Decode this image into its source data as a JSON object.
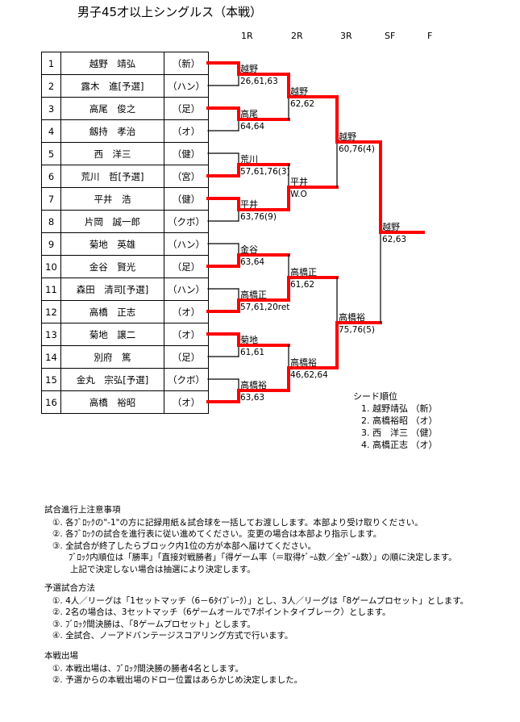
{
  "title": "男子45才以上シングルス（本戦）",
  "rounds": [
    "1R",
    "2R",
    "3R",
    "SF",
    "F"
  ],
  "players": [
    {
      "no": "1",
      "name": "越野　靖弘",
      "club": "（新）"
    },
    {
      "no": "2",
      "name": "露木　進[予選]",
      "club": "（ハン）"
    },
    {
      "no": "3",
      "name": "高尾　俊之",
      "club": "（足）"
    },
    {
      "no": "4",
      "name": "劔持　孝治",
      "club": "（オ）"
    },
    {
      "no": "5",
      "name": "西　洋三",
      "club": "（健）"
    },
    {
      "no": "6",
      "name": "荒川　哲[予選]",
      "club": "（宮）"
    },
    {
      "no": "7",
      "name": "平井　浩",
      "club": "（健）"
    },
    {
      "no": "8",
      "name": "片岡　誠一郎",
      "club": "（クボ）"
    },
    {
      "no": "9",
      "name": "菊地　英雄",
      "club": "（ハン）"
    },
    {
      "no": "10",
      "name": "金谷　賢光",
      "club": "（足）"
    },
    {
      "no": "11",
      "name": "森田　清司[予選]",
      "club": "（ハン）"
    },
    {
      "no": "12",
      "name": "高橋　正志",
      "club": "（オ）"
    },
    {
      "no": "13",
      "name": "菊地　譲二",
      "club": "（オ）"
    },
    {
      "no": "14",
      "name": "別府　篤",
      "club": "（足）"
    },
    {
      "no": "15",
      "name": "金丸　宗弘[予選]",
      "club": "（クボ）"
    },
    {
      "no": "16",
      "name": "高橋　裕昭",
      "club": "（オ）"
    }
  ],
  "results": [
    [
      {
        "winner": "越野",
        "score": "26,61,63",
        "top_won": true
      },
      {
        "winner": "高尾",
        "score": "64,64",
        "top_won": true
      },
      {
        "winner": "荒川",
        "score": "57,61,76(3)",
        "top_won": false
      },
      {
        "winner": "平井",
        "score": "63,76(9)",
        "top_won": true
      },
      {
        "winner": "金谷",
        "score": "63,64",
        "top_won": false
      },
      {
        "winner": "高橋正",
        "score": "57,61,20ret",
        "top_won": false
      },
      {
        "winner": "菊地",
        "score": "61,61",
        "top_won": true
      },
      {
        "winner": "高橋裕",
        "score": "63,63",
        "top_won": false
      }
    ],
    [
      {
        "winner": "越野",
        "score": "62,62",
        "top_won": true
      },
      {
        "winner": "平井",
        "score": "W.O",
        "top_won": false
      },
      {
        "winner": "高橋正",
        "score": "61,62",
        "top_won": false
      },
      {
        "winner": "高橋裕",
        "score": "46,62,64",
        "top_won": false
      }
    ],
    [
      {
        "winner": "越野",
        "score": "60,76(4)",
        "top_won": true
      },
      {
        "winner": "高橋裕",
        "score": "75,76(5)",
        "top_won": false
      }
    ],
    [
      {
        "winner": "越野",
        "score": "62,63",
        "top_won": true
      }
    ]
  ],
  "seeds": {
    "title": "シード順位",
    "items": [
      "1. 越野靖弘 （新）",
      "2. 高橋裕昭 （オ）",
      "3. 西　洋三 （健）",
      "4. 高橋正志 （オ）"
    ]
  },
  "notes": [
    {
      "heading": "試合進行上注意事項",
      "items": [
        "①. 各ﾌﾞﾛｯｸの\"-1\"の方に記録用紙＆試合球を一括してお渡しします。本部より受け取りください。",
        "②. 各ﾌﾞﾛｯｸの試合を進行表に従い進めてください。変更の場合は本部より指示します。",
        "③. 全試合が終了したらブロック内1位の方が本部へ届けてください。"
      ],
      "sub": [
        "ﾌﾞﾛｯｸ内順位は「勝率」「直接対戦勝者」「得ゲーム率（＝取得ｹﾞｰﾑ数／全ｹﾞｰﾑ数）」の順に決定します。",
        "上記で決定しない場合は抽選により決定します。"
      ]
    },
    {
      "heading": "予選試合方法",
      "items": [
        "①. 4人／リーグは「1セットマッチ（6－6ﾀｲﾌﾞﾚｰｸ）」とし、3人／リーグは「8ゲームプロセット」とします。",
        "②. 2名の場合は、3セットマッチ（6ゲームオールで7ポイントタイブレーク）とします。",
        "③. ﾌﾞﾛｯｸ間決勝は、「8ゲームプロセット」とします。",
        "④. 全試合、ノーアドバンテージスコアリング方式で行います。"
      ]
    },
    {
      "heading": "本戦出場",
      "items": [
        "①. 本戦出場は、ﾌﾞﾛｯｸ間決勝の勝者4名とします。",
        "②. 予選からの本戦出場のドロー位置はあらかじめ決定しました。"
      ]
    }
  ],
  "colors": {
    "winner_line": "#ff0000",
    "line": "#000000"
  }
}
